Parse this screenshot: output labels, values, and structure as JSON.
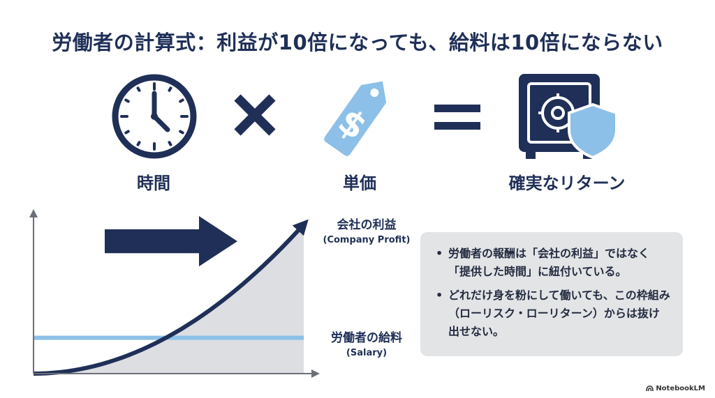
{
  "title": "労働者の計算式：利益が10倍になっても、給料は10倍にならない",
  "equation": {
    "time_label": "時間",
    "price_label": "単価",
    "return_label": "確実なリターン",
    "icons": [
      "clock-icon",
      "times-icon",
      "price-tag-icon",
      "equals-icon",
      "safe-shield-icon"
    ]
  },
  "chart_data": {
    "type": "line",
    "series": [
      {
        "name": "会社の利益",
        "x": [
          0,
          0.25,
          0.5,
          0.75,
          1.0
        ],
        "values": [
          0,
          0.05,
          0.2,
          0.5,
          1.0
        ]
      },
      {
        "name": "労働者の給料",
        "x": [
          0,
          1.0
        ],
        "values": [
          0.24,
          0.24
        ]
      }
    ],
    "labels": {
      "profit_jp": "会社の利益",
      "profit_en": "(Company Profit)",
      "salary_jp": "労働者の給料",
      "salary_en": "(Salary)"
    },
    "colors": {
      "profit": "#1f2f57",
      "salary": "#8cc0e8",
      "fill": "#dcdee2"
    },
    "grid": false
  },
  "notes": [
    "労働者の報酬は「会社の利益」ではなく「提供した時間」に紐付いている。",
    "どれだけ身を粉にして働いても、この枠組み（ローリスク・ローリターン）からは抜け出せない。"
  ],
  "brand": "NotebookLM",
  "colors": {
    "navy": "#1f2f57",
    "light_blue": "#8cc0e8",
    "note_bg": "#e3e4e6"
  }
}
